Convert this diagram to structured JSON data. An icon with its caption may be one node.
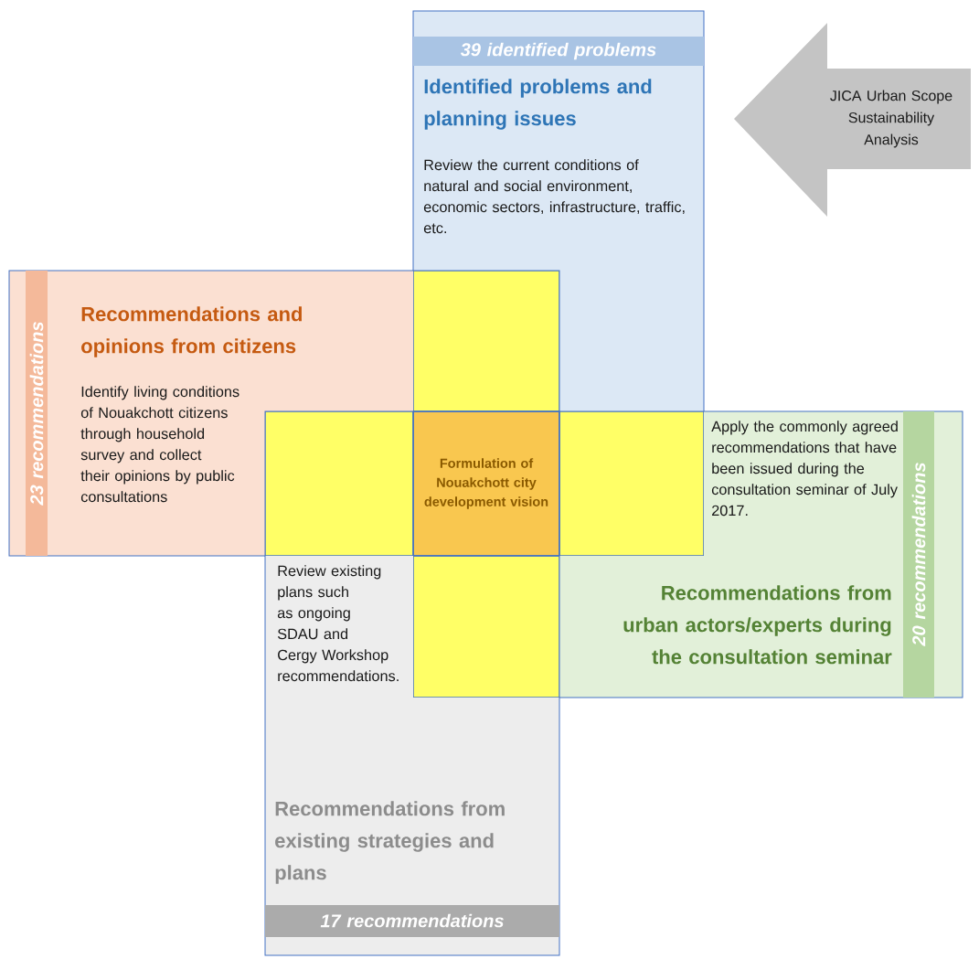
{
  "diagram": {
    "nodes": [
      {
        "text": [
          "39 identified problems",
          "Identified problems and planning issues",
          "Review the current conditions of natural and social environment, economic sectors, infrastructure, traffic, etc."
        ]
      },
      {
        "text": [
          "23 recommendations",
          "Recommendations and opinions from citizens",
          "Identify living conditions of Nouakchott citizens through household survey and collect their opinions by public consultations"
        ]
      },
      {
        "text": [
          "Apply the commonly agreed recommendations that have been issued during the consultation seminar of July 2017.",
          "Recommendations from urban actors/experts during the consultation seminar",
          "20 recommendations"
        ]
      },
      {
        "text": [
          "Review existing plans such as ongoing SDAU and Cergy Workshop recommendations.",
          "Recommendations from existing strategies and plans",
          "17 recommendations"
        ]
      },
      {
        "text": [
          "Formulation of Nouakchott city development vision"
        ]
      },
      {
        "text": [
          "JICA Urban Scope Sustainability Analysis"
        ]
      },
      {
        "text": [],
        "shape": "box"
      },
      {
        "text": [],
        "shape": "box"
      },
      {
        "text": [],
        "shape": "box"
      },
      {
        "text": [],
        "shape": "box"
      }
    ]
  }
}
